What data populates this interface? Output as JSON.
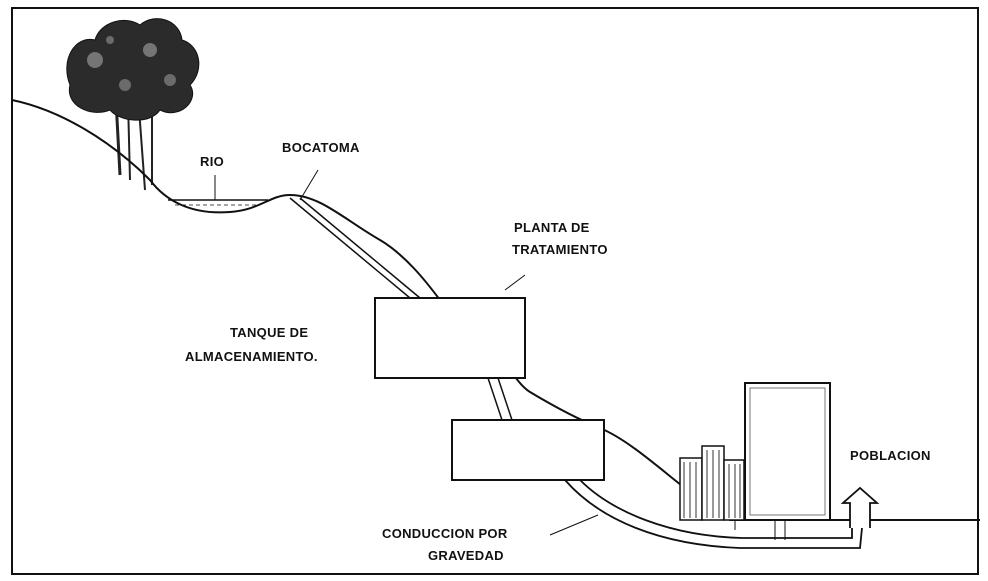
{
  "labels": {
    "rio": "RIO",
    "bocatoma": "BOCATOMA",
    "planta_line1": "PLANTA DE",
    "planta_line2": "TRATAMIENTO",
    "tanque_line1": "TANQUE DE",
    "tanque_line2": "ALMACENAMIENTO.",
    "poblacion": "POBLACION",
    "conduccion_line1": "CONDUCCION POR",
    "conduccion_line2": "GRAVEDAD"
  },
  "colors": {
    "ink": "#1a1a1a",
    "background": "#ffffff",
    "foliage": "#2b2b2b"
  }
}
